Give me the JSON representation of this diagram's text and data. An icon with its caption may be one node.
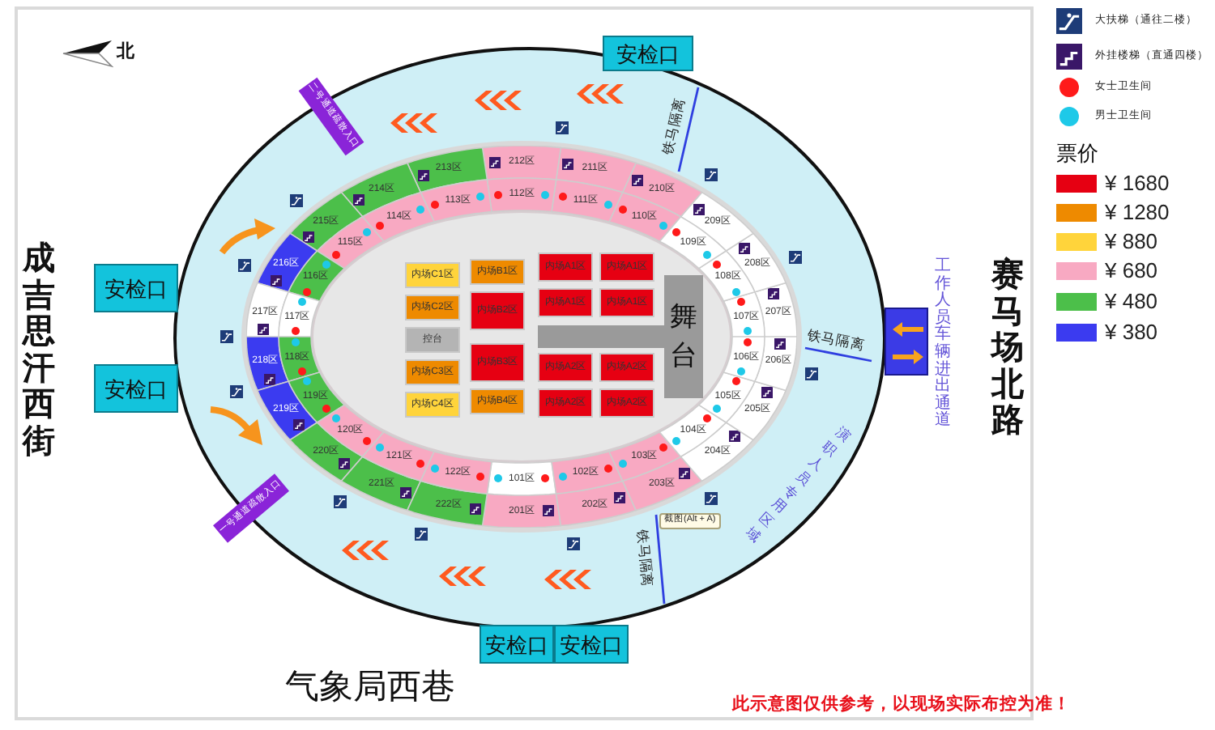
{
  "diagram": {
    "nodes": [
      {
        "text": [
          "安检口"
        ]
      },
      {
        "text": [
          "二号通道疏散入口"
        ]
      },
      {
        "text": [
          "安检口"
        ]
      },
      {
        "text": [
          "安检口"
        ]
      },
      {
        "text": [
          "一号通道疏散入口"
        ]
      },
      {
        "text": [],
        "shape": "box",
        "beside": [
          "工作人员车辆进出通道"
        ]
      },
      {
        "text": [
          "201区"
        ]
      },
      {
        "text": [
          "202区"
        ]
      },
      {
        "text": [
          "203区"
        ]
      },
      {
        "text": [
          "204区"
        ]
      },
      {
        "text": [
          "205区"
        ]
      },
      {
        "text": [
          "206区"
        ]
      },
      {
        "text": [
          "207区"
        ]
      },
      {
        "text": [
          "208区"
        ]
      },
      {
        "text": [
          "209区"
        ]
      },
      {
        "text": [
          "210区"
        ]
      },
      {
        "text": [
          "211区"
        ]
      },
      {
        "text": [
          "212区"
        ]
      },
      {
        "text": [
          "213区"
        ]
      },
      {
        "text": [
          "214区"
        ]
      },
      {
        "text": [
          "215区"
        ]
      },
      {
        "text": [
          "216区"
        ]
      },
      {
        "text": [
          "217区"
        ]
      },
      {
        "text": [
          "218区"
        ]
      },
      {
        "text": [
          "219区"
        ]
      },
      {
        "text": [
          "220区"
        ]
      },
      {
        "text": [
          "221区"
        ]
      },
      {
        "text": [
          "222区"
        ]
      },
      {
        "text": [
          "101区"
        ]
      },
      {
        "text": [
          "102区"
        ]
      },
      {
        "text": [
          "103区"
        ]
      },
      {
        "text": [
          "104区"
        ]
      },
      {
        "text": [
          "105区"
        ]
      },
      {
        "text": [
          "106区"
        ]
      },
      {
        "text": [
          "107区"
        ]
      },
      {
        "text": [
          "108区"
        ]
      },
      {
        "text": [
          "109区"
        ]
      },
      {
        "text": [
          "110区"
        ]
      },
      {
        "text": [
          "111区"
        ]
      },
      {
        "text": [
          "112区"
        ]
      },
      {
        "text": [
          "113区"
        ]
      },
      {
        "text": [
          "114区"
        ]
      },
      {
        "text": [
          "115区"
        ]
      },
      {
        "text": [
          "116区"
        ]
      },
      {
        "text": [
          "117区"
        ]
      },
      {
        "text": [
          "118区"
        ]
      },
      {
        "text": [
          "119区"
        ]
      },
      {
        "text": [
          "120区"
        ]
      },
      {
        "text": [
          "121区"
        ]
      },
      {
        "text": [
          "122区"
        ]
      },
      {
        "text": [
          "内场C1区"
        ]
      },
      {
        "text": [
          "内场B1区"
        ]
      },
      {
        "text": [
          "内场A1区"
        ]
      },
      {
        "text": [
          "内场A1区"
        ]
      },
      {
        "text": [
          "内场C2区"
        ]
      },
      {
        "text": [
          "内场B2区"
        ]
      },
      {
        "text": [
          "内场A1区"
        ]
      },
      {
        "text": [
          "内场A1区"
        ]
      },
      {
        "text": [
          "控台"
        ]
      },
      {
        "text": [
          "内场C3区"
        ]
      },
      {
        "text": [
          "内场B3区"
        ]
      },
      {
        "text": [
          "内场A2区"
        ]
      },
      {
        "text": [
          "内场A2区"
        ]
      },
      {
        "text": [
          "内场C4区"
        ]
      },
      {
        "text": [
          "内场B4区"
        ]
      },
      {
        "text": [
          "内场A2区"
        ]
      },
      {
        "text": [
          "内场A2区"
        ]
      },
      {
        "text": [
          "舞台"
        ]
      },
      {
        "text": [
          "安检口"
        ]
      },
      {
        "text": [
          "安检口"
        ]
      }
    ],
    "labels": [
      "北",
      "铁马隔离",
      "成吉思汗西街",
      "票价",
      "赛马场北路",
      "铁马隔离",
      "演职人员专用区域",
      "截图(Alt + A)",
      "铁马隔离",
      "气象局西巷",
      "此示意图仅供参考，以现场实际布控为准！"
    ],
    "legend": [
      {
        "text": "大扶梯（通往二楼）"
      },
      {
        "text": "外挂楼梯（直通四楼）"
      },
      {
        "text": "女士卫生间",
        "color": "#ff1a1a"
      },
      {
        "text": "男士卫生间",
        "color": "#1ec9e8"
      },
      {
        "text": "¥ 1680",
        "color": "#e60012"
      },
      {
        "text": "¥ 1280",
        "color": "#ee8a00"
      },
      {
        "text": "¥ 880",
        "color": "#ffd43b"
      },
      {
        "text": "¥ 680",
        "color": "#f8a9c2"
      },
      {
        "text": "¥ 480",
        "color": "#4cbf4a"
      },
      {
        "text": "¥ 380",
        "color": "#3b3bf0"
      }
    ]
  }
}
